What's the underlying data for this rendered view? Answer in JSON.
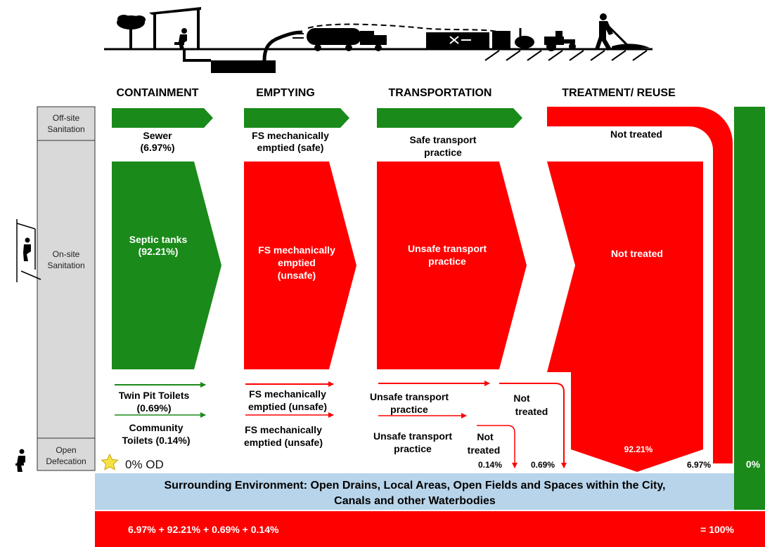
{
  "stages": {
    "containment": "CONTAINMENT",
    "emptying": "EMPTYING",
    "transportation": "TRANSPORTATION",
    "treatment": "TREATMENT/ REUSE"
  },
  "rows": {
    "offsite": [
      "Off-site",
      "Sanitation"
    ],
    "onsite": [
      "On-site",
      "Sanitation"
    ],
    "open": [
      "Open",
      "Defecation"
    ]
  },
  "offsite_flow": {
    "containment": [
      "Sewer",
      "(6.97%)"
    ],
    "emptying": [
      "FS mechanically",
      "emptied (safe)"
    ],
    "transport": [
      "Safe transport",
      "practice"
    ],
    "treatment": "Not treated",
    "end_value": "6.97%"
  },
  "onsite_flow": {
    "containment": [
      "Septic tanks",
      "(92.21%)"
    ],
    "emptying": [
      "FS mechanically",
      "emptied",
      "(unsafe)"
    ],
    "transport": [
      "Unsafe transport",
      "practice"
    ],
    "treatment": "Not treated",
    "end_value": "92.21%"
  },
  "minor_flows": {
    "twin_pit": [
      "Twin Pit Toilets",
      "(0.69%)"
    ],
    "community": [
      "Community",
      "Toilets (0.14%)"
    ],
    "emptied_a": [
      "FS mechanically",
      "emptied (unsafe)"
    ],
    "emptied_b": [
      "FS mechanically",
      "emptied (unsafe)"
    ],
    "transport_a": [
      "Unsafe transport",
      "practice"
    ],
    "transport_b": [
      "Unsafe transport",
      "practice"
    ],
    "not_treated_a": [
      "Not",
      "treated"
    ],
    "not_treated_b": [
      "Not",
      "treated"
    ],
    "value_a": "0.69%",
    "value_b": "0.14%"
  },
  "open_defecation": "0% OD",
  "environment": [
    "Surrounding Environment: Open Drains, Local Areas, Open Fields and Spaces within the City,",
    "Canals and other Waterbodies"
  ],
  "safe_total": "0%",
  "sum": {
    "expression": "6.97% + 92.21% + 0.69% + 0.14%",
    "total": "= 100%"
  },
  "colors": {
    "safe": "#1a8a1a",
    "unsafe": "#ff0000",
    "environment": "#b8d4ea",
    "rowlabel": "#d9d9d9"
  }
}
